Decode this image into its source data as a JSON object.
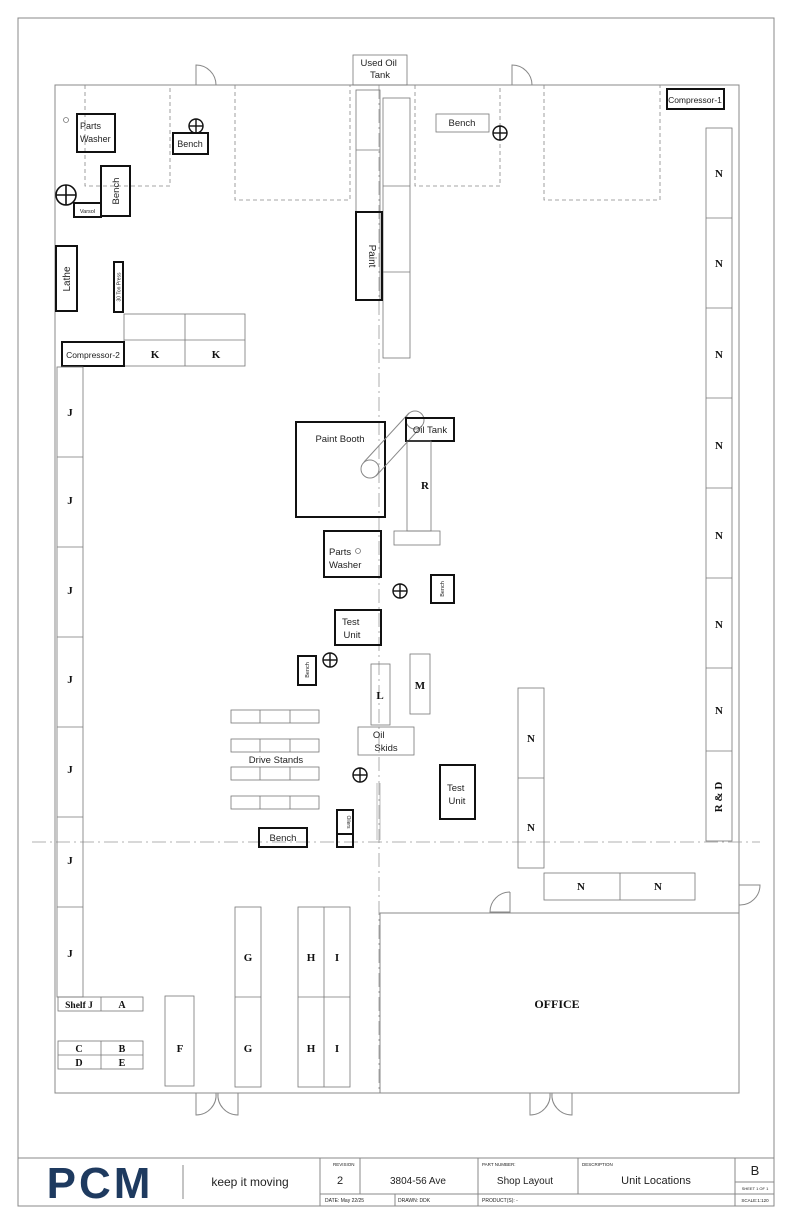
{
  "rooms": {
    "used_oil_tank": "Used Oil Tank",
    "office": "OFFICE"
  },
  "equipment": {
    "compressor1": "Compressor-1",
    "compressor2": "Compressor-2",
    "parts_washer": "Parts Washer",
    "bench": "Bench",
    "varsol": "Varsol",
    "lathe": "Lathe",
    "press": "30 Ton Press",
    "paint": "Paint",
    "paint_booth": "Paint Booth",
    "oil_tank": "Oil Tank",
    "parts_washer_2": "Parts Washer",
    "test_unit": "Test Unit",
    "oil_skids": "Oil Skids",
    "drive_stands": "Drive Stands",
    "oilers": "Oilers"
  },
  "zones": {
    "J": "J",
    "K": "K",
    "N": "N",
    "R": "R",
    "L": "L",
    "M": "M",
    "G": "G",
    "H": "H",
    "I": "I",
    "F": "F",
    "A": "A",
    "B": "B",
    "C": "C",
    "D": "D",
    "E": "E",
    "shelf_j": "Shelf J",
    "rd": "R & D"
  },
  "title_block": {
    "logo": "PCM",
    "tagline": "keep it moving",
    "revision_label": "REVISION",
    "revision": "2",
    "address": "3804-56 Ave",
    "part_number_label": "PART NUMBER:",
    "part_number": "Shop Layout",
    "description_label": "DESCRIPTION",
    "description": "Unit Locations",
    "size": "B",
    "sheet": "SHEET 1 OF 1",
    "date": "DATE: May 22/25",
    "drawn": "DRAWN: DDK",
    "products": "PRODUCT(S): -",
    "scale": "SCALE:1:120"
  }
}
